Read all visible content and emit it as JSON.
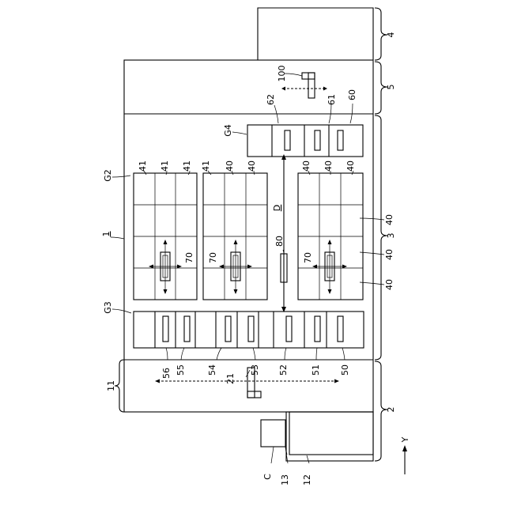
{
  "labels": {
    "system": "1",
    "station_c": "C",
    "port_13": "13",
    "table_12": "12",
    "section_2": "2",
    "section_3": "3",
    "section_4": "4",
    "section_5": "5",
    "section_11": "11",
    "transfer_21": "21",
    "transfer_100": "100",
    "transfer_80": "80",
    "g2": "G2",
    "g3": "G3",
    "g4": "G4",
    "mark_d": "D",
    "y_axis": "Y",
    "u60": "60",
    "u61": "61",
    "u62": "62",
    "u50": "50",
    "u51": "51",
    "u52": "52",
    "u53": "53",
    "u54": "54",
    "u55": "55",
    "u56": "56",
    "u70": "70",
    "u40": "40",
    "u41": "41"
  }
}
